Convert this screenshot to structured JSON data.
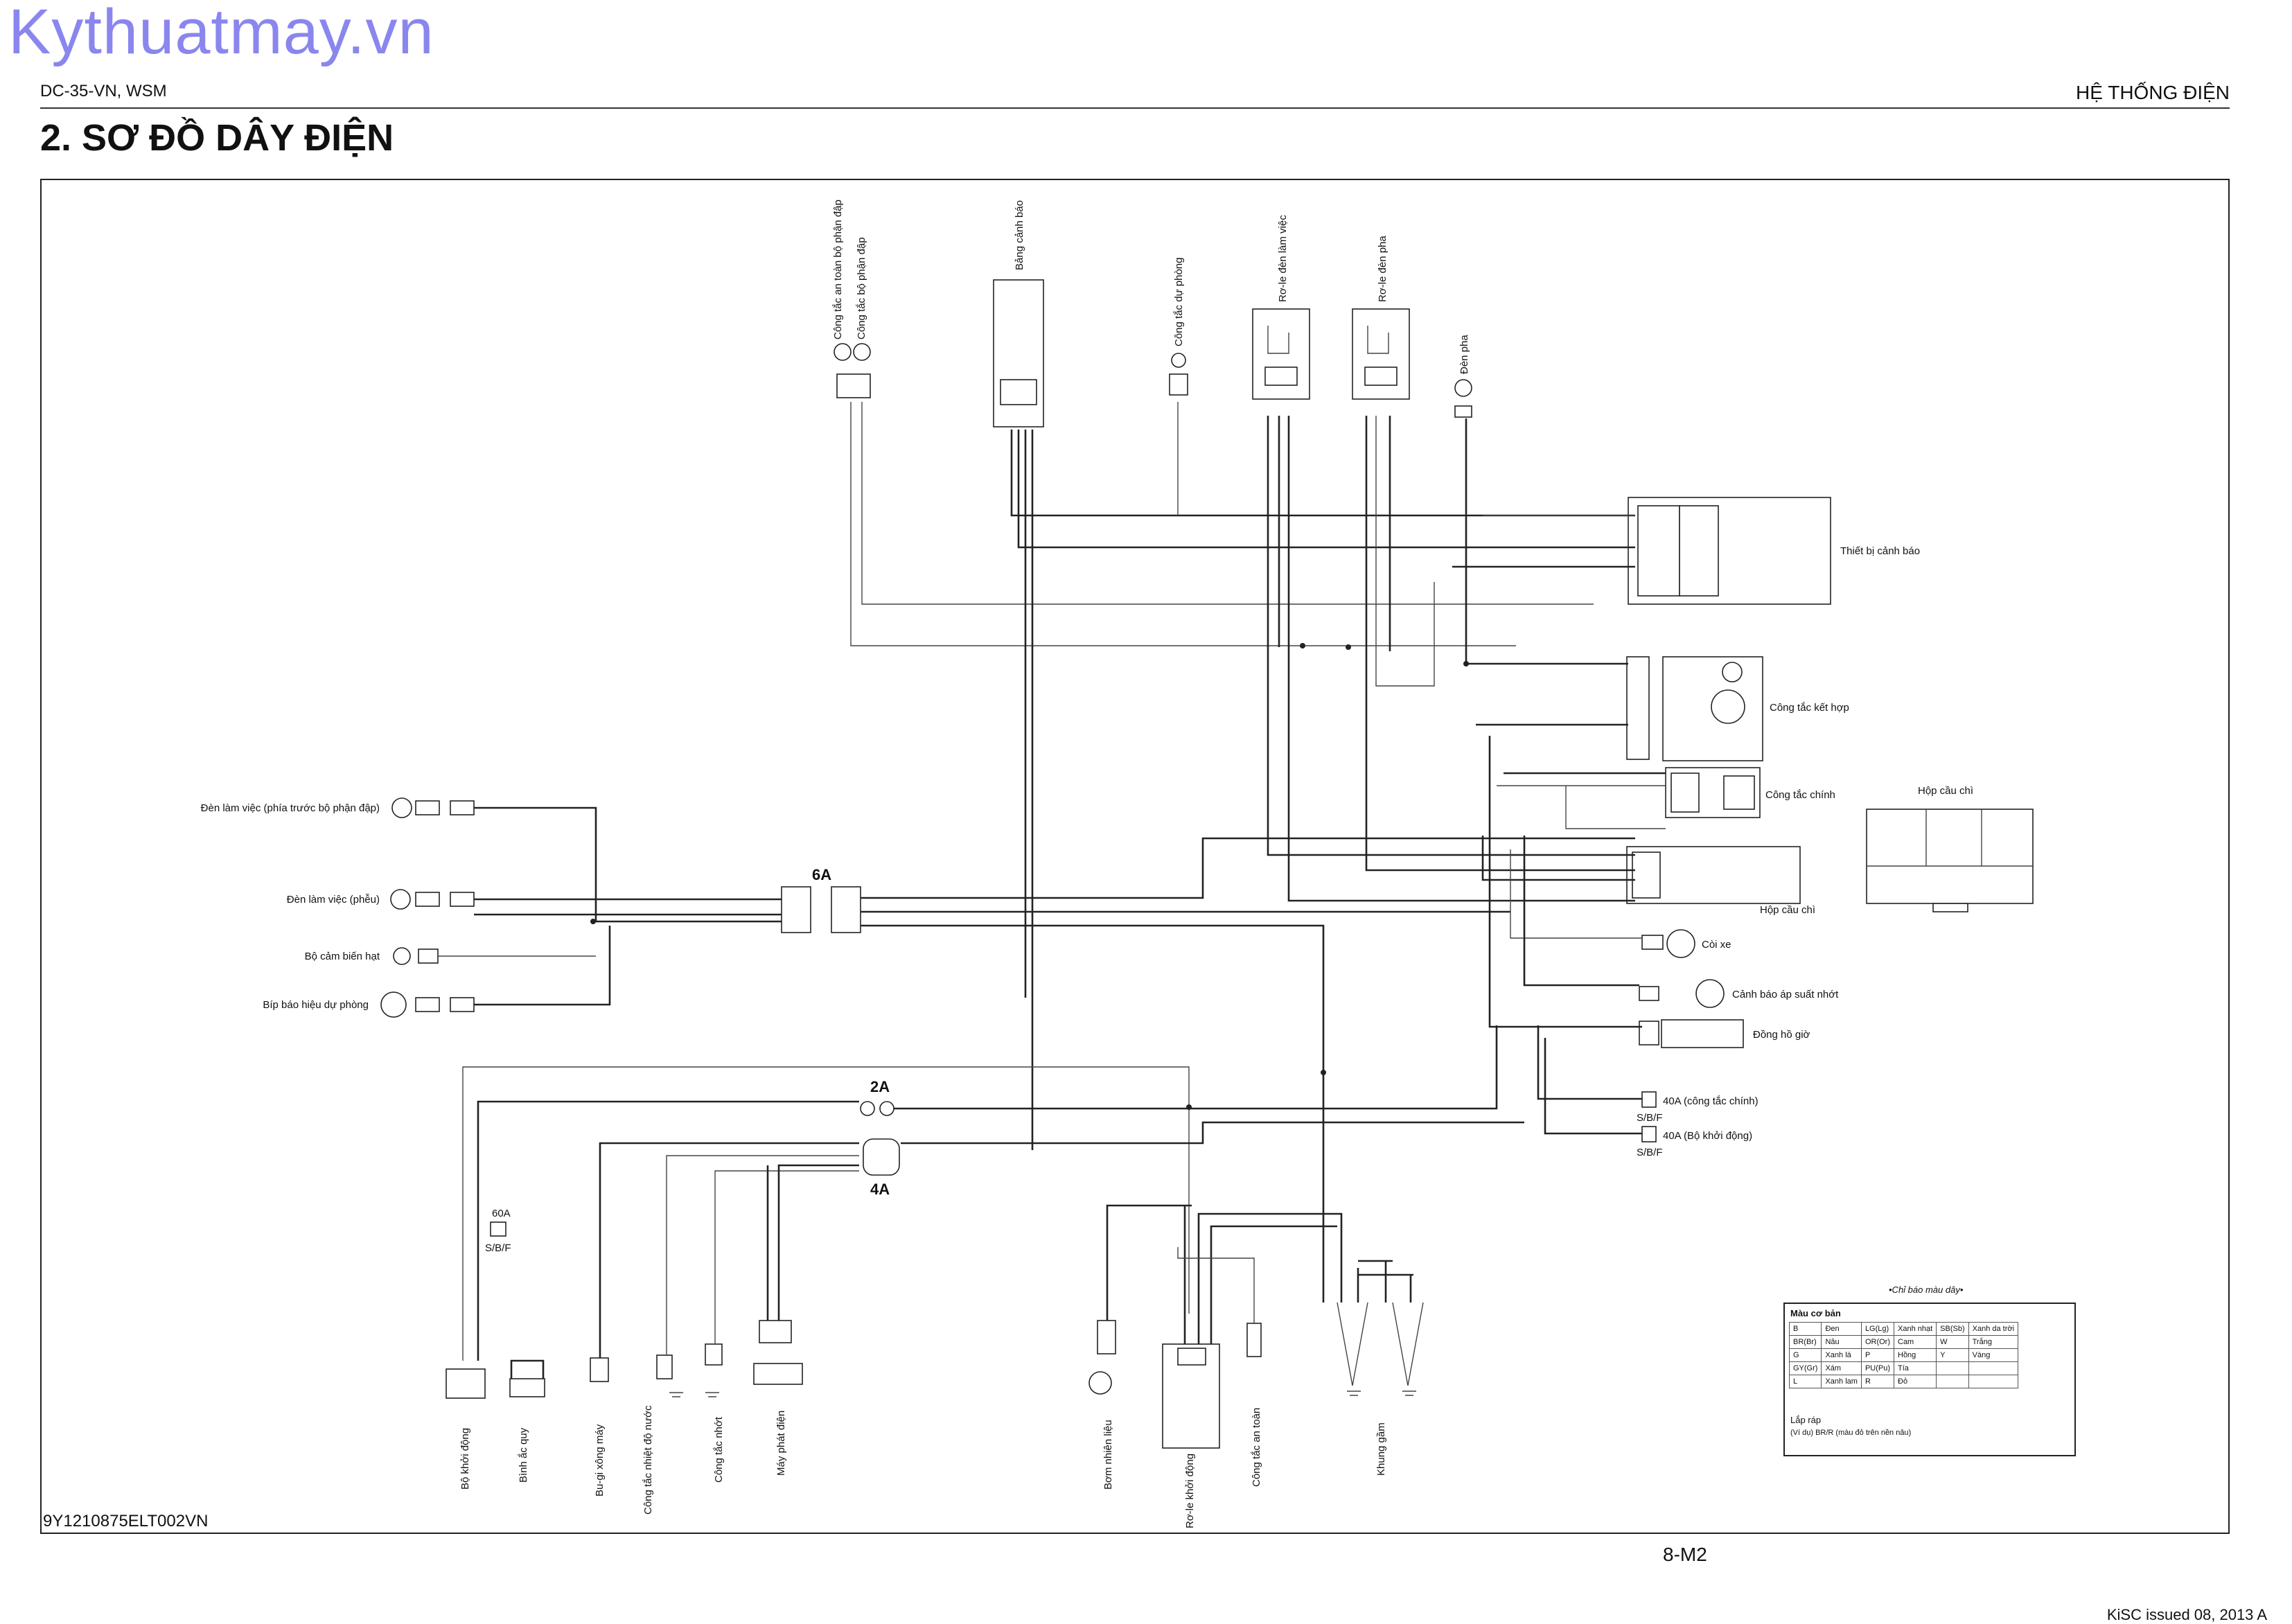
{
  "header": {
    "watermark": "Kythuatmay.vn",
    "doc_id": "DC-35-VN, WSM",
    "section": "HỆ THỐNG ĐIỆN",
    "title": "2.   SƠ ĐỒ DÂY ĐIỆN"
  },
  "top_components": [
    {
      "name": "Công tắc an toàn bộ phận đập"
    },
    {
      "name": "Công tắc bộ phận đập"
    },
    {
      "name": "Bảng cảnh báo"
    },
    {
      "name": "Công tắc dự phòng"
    },
    {
      "name": "Rơ-le đèn làm việc"
    },
    {
      "name": "Rơ-le đèn pha"
    },
    {
      "name": "Đèn pha"
    }
  ],
  "left_components": [
    {
      "name": "Đèn làm việc (phía trước bộ phận đập)"
    },
    {
      "name": "Đèn làm việc (phễu)"
    },
    {
      "name": "Bộ cảm biến hạt"
    },
    {
      "name": "Bíp báo hiệu dự phòng"
    }
  ],
  "right_components": [
    {
      "name": "Thiết bị cảnh báo"
    },
    {
      "name": "Công tắc kết hợp"
    },
    {
      "name": "Công tắc chính"
    },
    {
      "name": "Hộp cầu chì"
    },
    {
      "name": "Còi xe"
    },
    {
      "name": "Cảnh báo áp suất nhớt"
    },
    {
      "name": "Đồng hồ giờ"
    },
    {
      "name": "40A (công tắc chính)"
    },
    {
      "name": "40A (Bộ khởi động)"
    }
  ],
  "bottom_components": [
    {
      "name": "Bộ khởi động"
    },
    {
      "name": "Bình ắc quy"
    },
    {
      "name": "Bu-gi xông máy"
    },
    {
      "name": "Công tắc nhiệt độ nước"
    },
    {
      "name": "Công tắc nhớt"
    },
    {
      "name": "Máy phát điện"
    },
    {
      "name": "Bơm nhiên liệu"
    },
    {
      "name": "Rơ-le khởi động"
    },
    {
      "name": "Công tắc an toàn"
    },
    {
      "name": "Khung gầm"
    }
  ],
  "connectors": {
    "c6A": "6A",
    "c2A": "2A",
    "c4A": "4A",
    "fuse60": "60A",
    "sbf": "S/B/F",
    "fuse_box_title": "Hộp cầu chì"
  },
  "legend": {
    "title": "•Chỉ báo màu dây•",
    "heading": "Màu cơ bản",
    "rows": [
      [
        "B",
        "Đen",
        "LG(Lg)",
        "Xanh nhạt",
        "SB(Sb)",
        "Xanh da trời"
      ],
      [
        "BR(Br)",
        "Nâu",
        "OR(Or)",
        "Cam",
        "W",
        "Trắng"
      ],
      [
        "G",
        "Xanh lá",
        "P",
        "Hồng",
        "Y",
        "Vàng"
      ],
      [
        "GY(Gr)",
        "Xám",
        "PU(Pu)",
        "Tía",
        "",
        ""
      ],
      [
        "L",
        "Xanh lam",
        "R",
        "Đỏ",
        "",
        ""
      ]
    ],
    "assembly": "Lắp ráp",
    "example": "(Ví dụ) BR/R (màu đỏ trên nền nâu)"
  },
  "footer": {
    "diagram_code": "9Y1210875ELT002VN",
    "page": "8-M2",
    "issue": "KiSC issued 08, 2013 A"
  }
}
